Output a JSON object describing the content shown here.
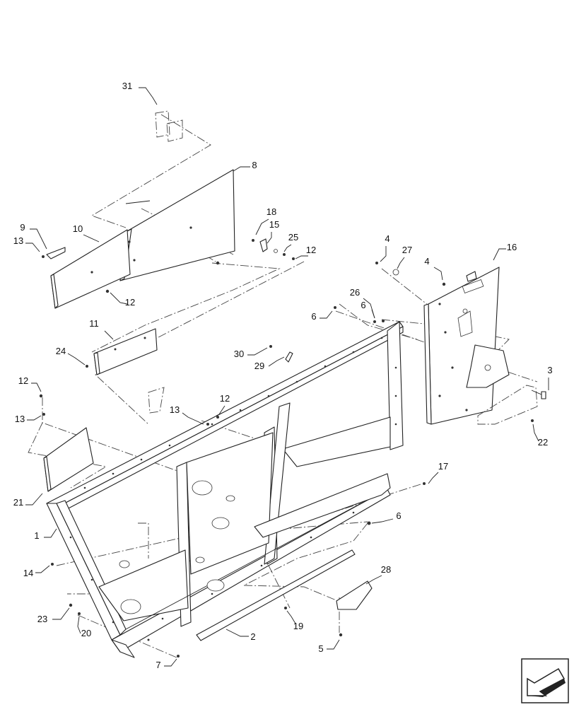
{
  "diagram": {
    "callouts": [
      "1",
      "2",
      "3",
      "4",
      "4",
      "5",
      "6",
      "6",
      "6",
      "7",
      "8",
      "9",
      "10",
      "11",
      "12",
      "12",
      "12",
      "12",
      "13",
      "13",
      "13",
      "14",
      "15",
      "16",
      "17",
      "18",
      "19",
      "20",
      "21",
      "22",
      "23",
      "24",
      "25",
      "26",
      "27",
      "28",
      "29",
      "30",
      "31"
    ]
  },
  "nav_icon": "arrow-back-icon"
}
